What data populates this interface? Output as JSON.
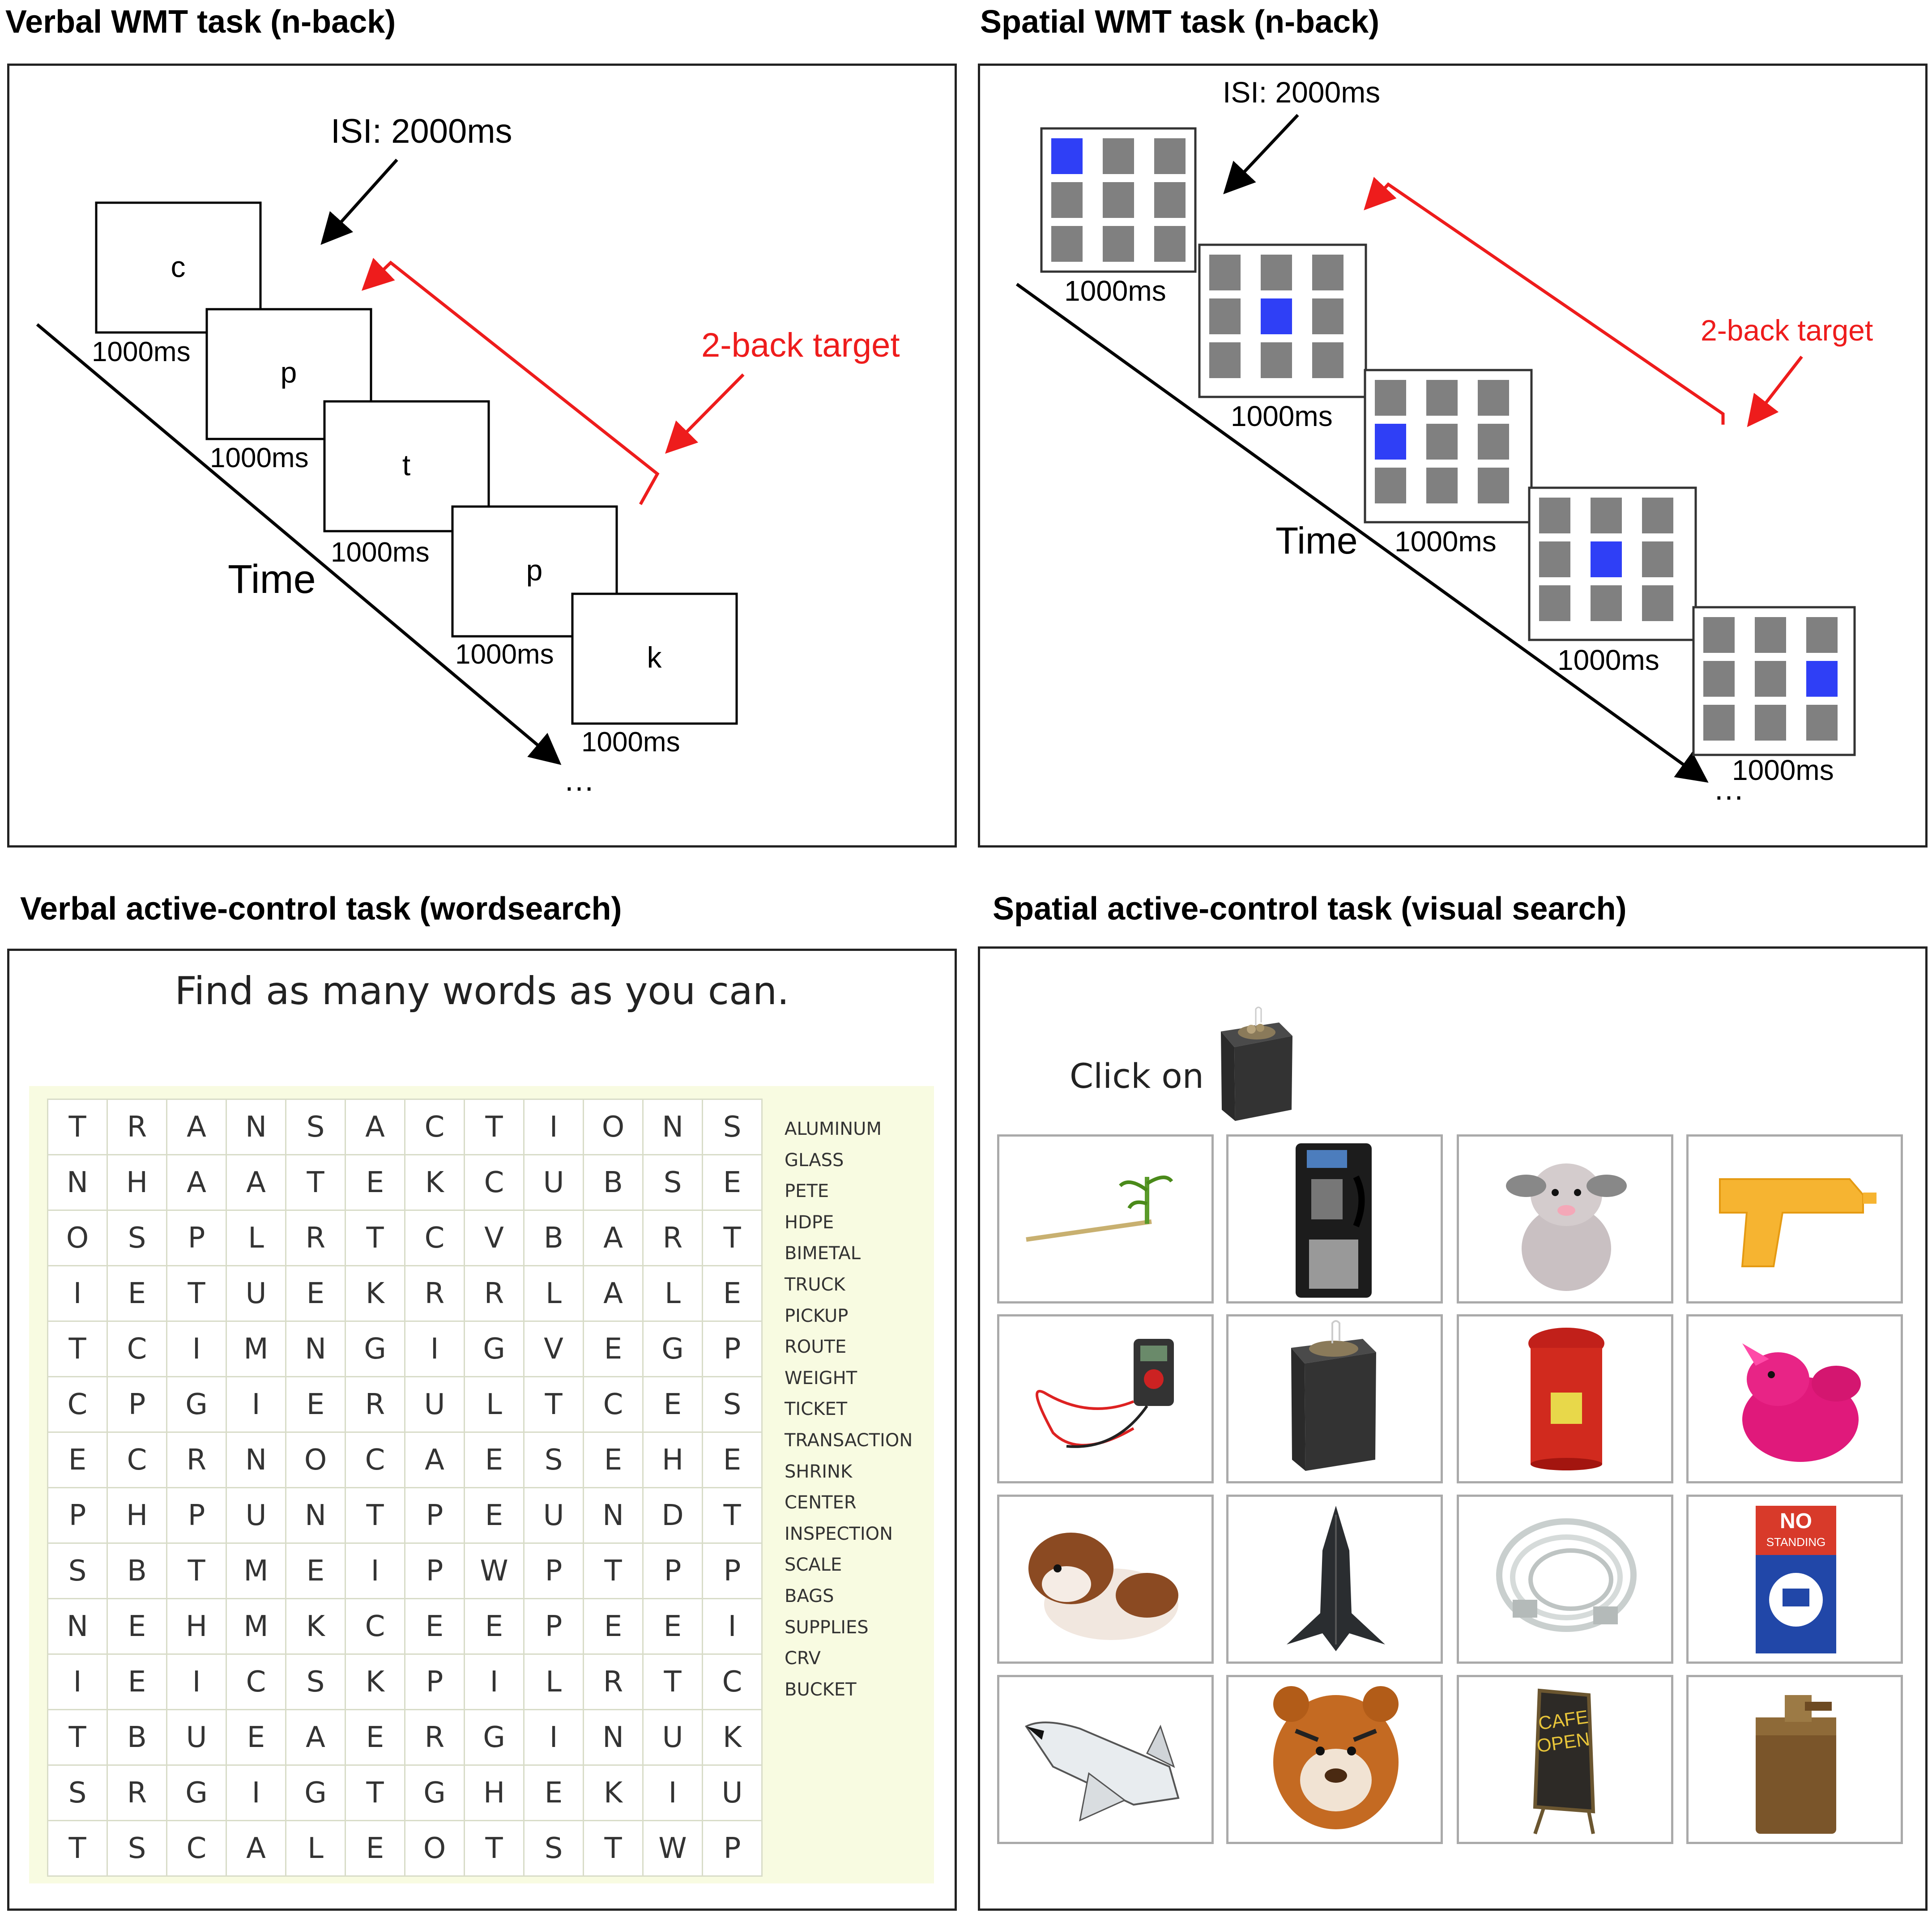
{
  "panels": {
    "verbal_wmt": {
      "title": "Verbal WMT task (n-back)",
      "isi_label": "ISI: 2000ms",
      "target_label": "2-back target",
      "time_label": "Time",
      "ellipsis": "…",
      "stimuli": [
        {
          "letter": "c",
          "duration": "1000ms"
        },
        {
          "letter": "p",
          "duration": "1000ms"
        },
        {
          "letter": "t",
          "duration": "1000ms"
        },
        {
          "letter": "p",
          "duration": "1000ms"
        },
        {
          "letter": "k",
          "duration": "1000ms"
        }
      ]
    },
    "spatial_wmt": {
      "title": "Spatial WMT task (n-back)",
      "isi_label": "ISI: 2000ms",
      "target_label": "2-back target",
      "time_label": "Time",
      "ellipsis": "…",
      "stimuli": [
        {
          "highlight": "top-left",
          "duration": "1000ms"
        },
        {
          "highlight": "center",
          "duration": "1000ms"
        },
        {
          "highlight": "middle-left",
          "duration": "1000ms"
        },
        {
          "highlight": "center",
          "duration": "1000ms"
        },
        {
          "highlight": "middle-right",
          "duration": "1000ms"
        }
      ]
    },
    "verbal_control": {
      "title": "Verbal active-control task (wordsearch)",
      "instruction": "Find as many words as you can.",
      "grid": [
        "TRANSACTIONS",
        "NHAATEKCUBSE",
        "OSPLRTCVBART",
        "IETUEKRRLALE",
        "TCIMNGIGVEGP",
        "CPGIERULTCES",
        "ECRNOCAESEHE",
        "PHPUNTPEUNDT",
        "SBTMEIPWPTPP",
        "NEHMKCEEPEEI",
        "IEICSKPILRTC",
        "TBUEAERGINUK",
        "SRGIGTGHEKIU",
        "TSCALEOTSTWP"
      ],
      "words": [
        "ALUMINUM",
        "GLASS",
        "PETE",
        "HDPE",
        "BIMETAL",
        "TRUCK",
        "PICKUP",
        "ROUTE",
        "WEIGHT",
        "TICKET",
        "TRANSACTION",
        "SHRINK",
        "CENTER",
        "INSPECTION",
        "SCALE",
        "BAGS",
        "SUPPLIES",
        "CRV",
        "BUCKET"
      ]
    },
    "spatial_control": {
      "title": "Spatial active-control task (visual search)",
      "instruction": "Click on",
      "target_icon": "pencil-holder-icon",
      "items": [
        "bamboo-plant-icon",
        "payphone-icon",
        "plush-dog-icon",
        "water-gun-icon",
        "multimeter-icon",
        "pencil-holder-icon",
        "trash-can-icon",
        "plush-pink-dragon-icon",
        "plush-brown-dog-icon",
        "jet-plane-icon",
        "cable-icon",
        "no-standing-sign-icon",
        "space-shuttle-icon",
        "plush-tiger-icon",
        "cafe-open-sign-icon",
        "brown-tin-can-icon"
      ],
      "signs": {
        "no_standing": [
          "NO",
          "STANDING"
        ],
        "cafe": [
          "CAFE",
          "OPEN"
        ]
      }
    }
  },
  "colors": {
    "red": "#ee1c1c",
    "blue": "#2f3ff6",
    "gray": "#808080",
    "wordsearch_bg": "#f8fbe1"
  }
}
